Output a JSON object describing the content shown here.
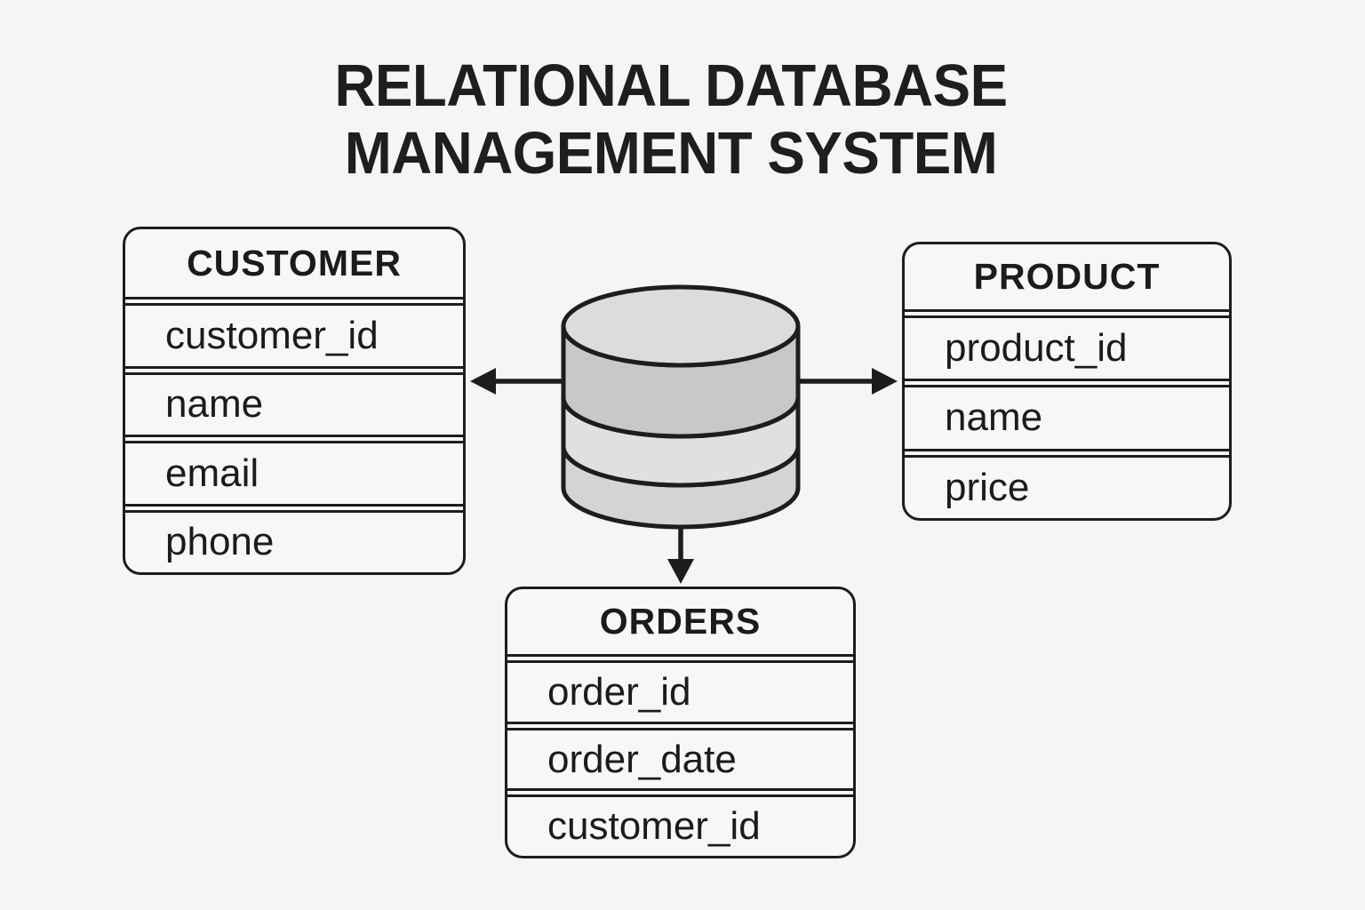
{
  "title": {
    "line1": "RELATIONAL DATABASE",
    "line2": "MANAGEMENT SYSTEM"
  },
  "tables": {
    "customer": {
      "title": "CUSTOMER",
      "fields": [
        "customer_id",
        "name",
        "email",
        "phone"
      ]
    },
    "product": {
      "title": "PRODUCT",
      "fields": [
        "product_id",
        "name",
        "price"
      ]
    },
    "orders": {
      "title": "ORDERS",
      "fields": [
        "order_id",
        "order_date",
        "customer_id"
      ]
    }
  },
  "icons": {
    "database_icon": "database-cylinder"
  },
  "colors": {
    "background": "#f6f5f4",
    "panel_fill": "#f8f7f6",
    "line": "#1d1d1f",
    "text": "#1b1b1c",
    "cylinder_top": "#dcdcdc",
    "cylinder_band_dark": "#c7c8c9",
    "cylinder_band_light": "#e0e0e0",
    "cylinder_band_mid": "#d3d4d5"
  }
}
